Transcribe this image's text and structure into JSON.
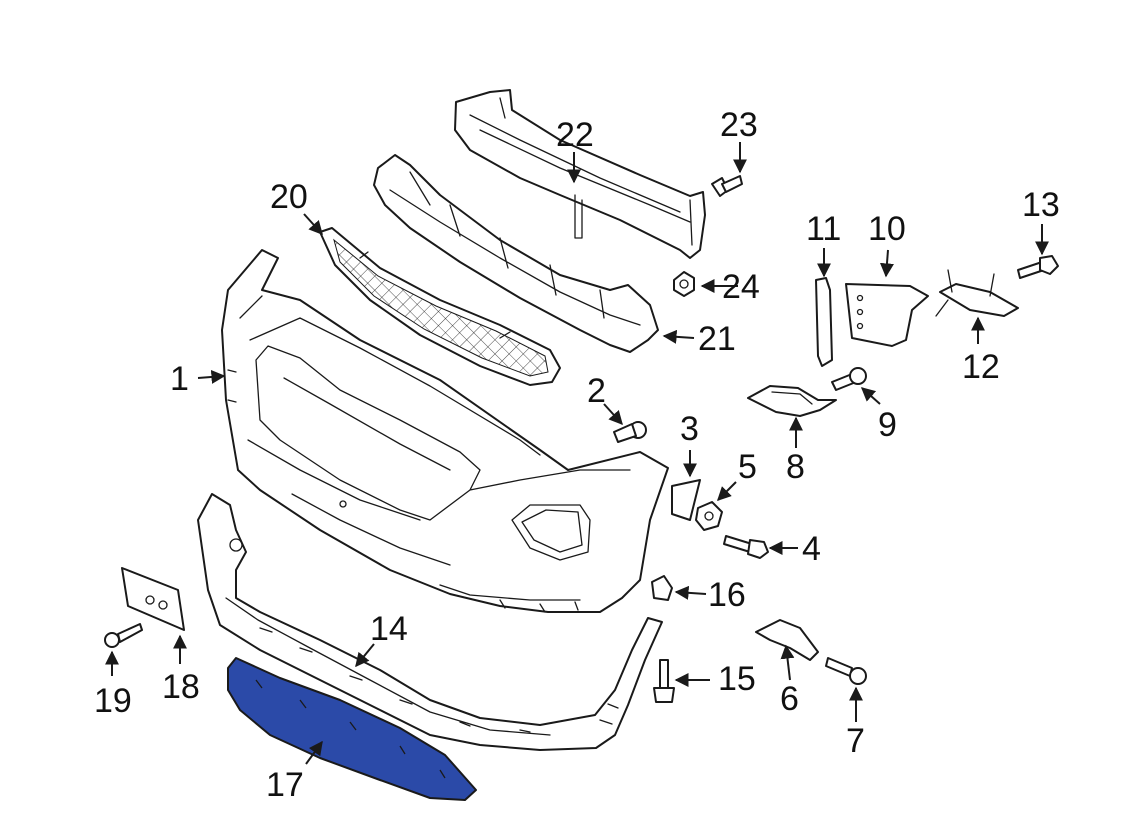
{
  "diagram": {
    "highlight_color": "#2b4aa8",
    "line_color": "#1a1a1a",
    "highlighted_part": "17",
    "callouts": [
      "1",
      "2",
      "3",
      "4",
      "5",
      "6",
      "7",
      "8",
      "9",
      "10",
      "11",
      "12",
      "13",
      "14",
      "15",
      "16",
      "17",
      "18",
      "19",
      "20",
      "21",
      "22",
      "23",
      "24"
    ]
  }
}
